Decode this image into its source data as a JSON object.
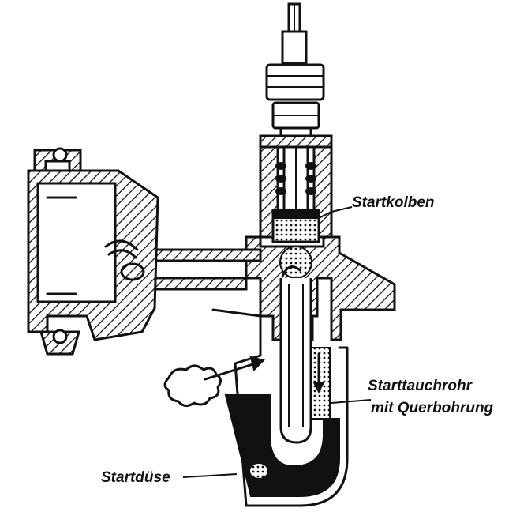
{
  "labels": {
    "startkolben": "Startkolben",
    "starttauchrohr_line1": "Starttauchrohr",
    "starttauchrohr_line2": "mit Querbohrung",
    "startduese": "Startdüse"
  },
  "colors": {
    "ink": "#111111",
    "paper": "#ffffff"
  }
}
